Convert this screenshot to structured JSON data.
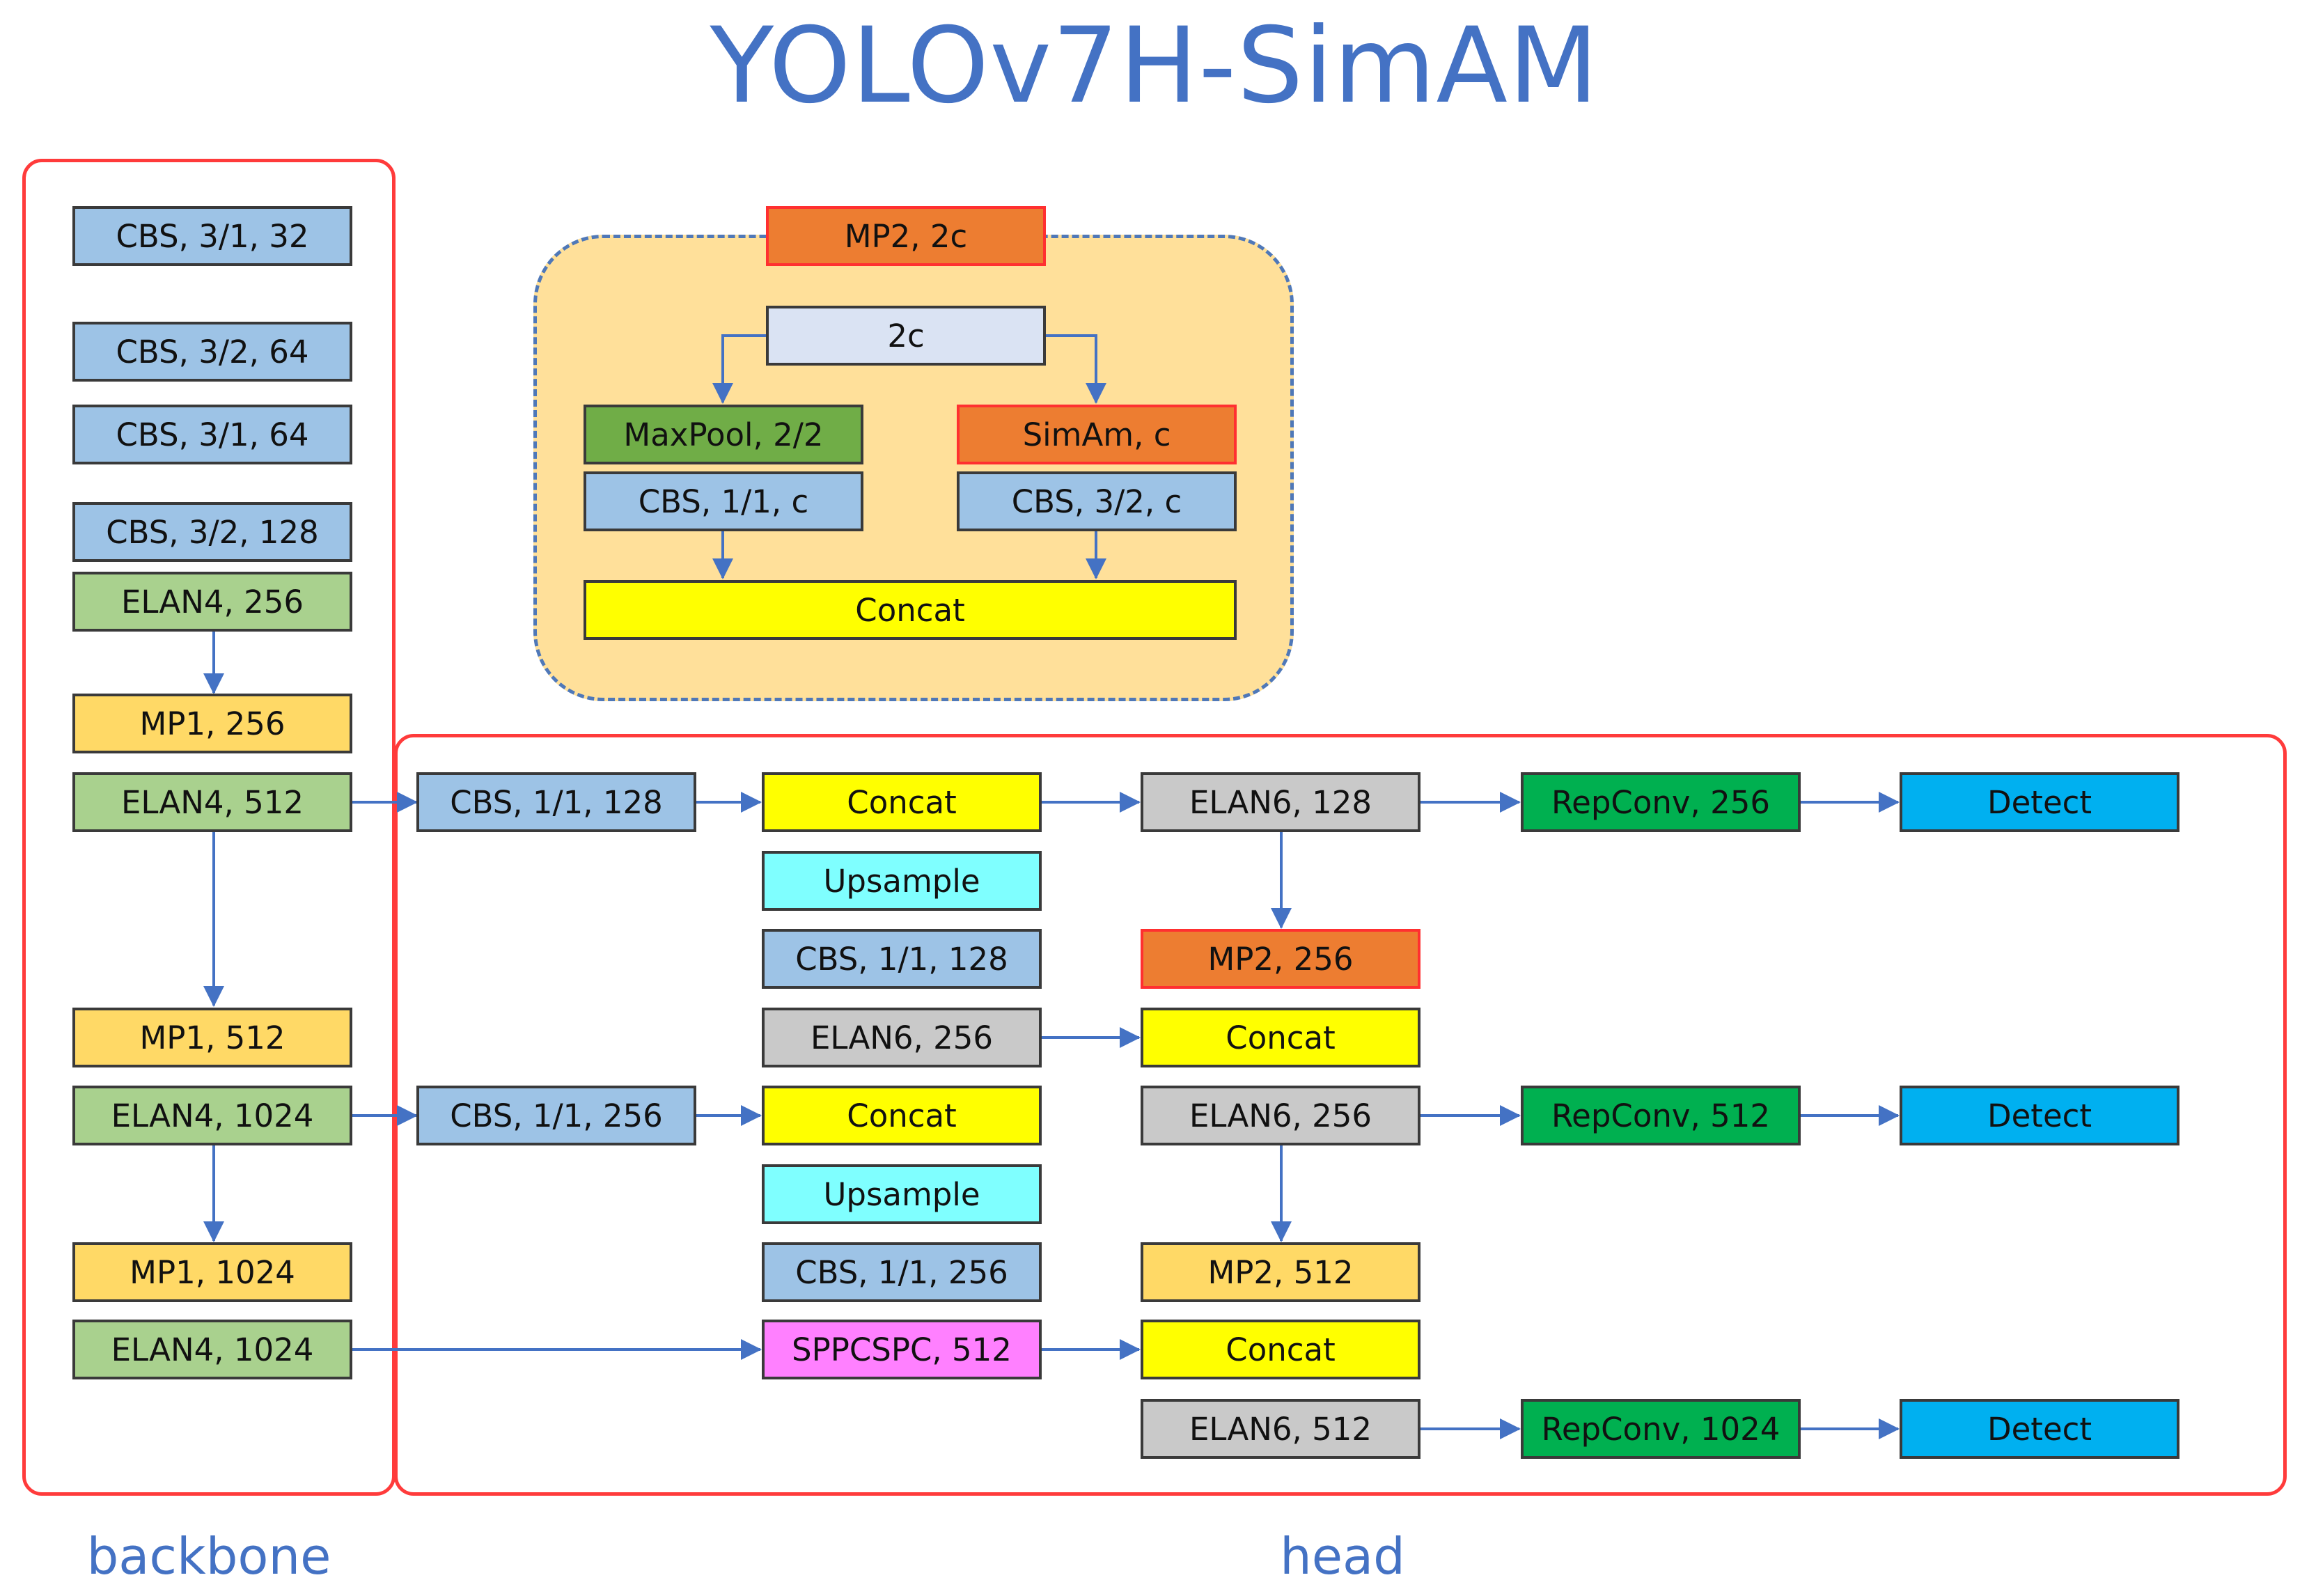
{
  "title": "YOLOv7H-SimAM",
  "labels": {
    "backbone": "backbone",
    "head": "head"
  },
  "colors": {
    "accent_blue": "#4472c4",
    "region_red": "#ff3b3b",
    "cbs": "#9dc3e6",
    "elan4": "#a9d18e",
    "mp1": "#ffd966",
    "mp2": "#ed7d31",
    "concat": "#ffff00",
    "upsample": "#7fffff",
    "elan6": "#c9c9c9",
    "repconv": "#00b050",
    "detect": "#00b0f0",
    "sppcspc": "#ff80ff",
    "maxpool": "#70ad47",
    "mp2_panel": "#ffe09a"
  },
  "mp2_module": {
    "header": "MP2, 2c",
    "input": "2c",
    "maxpool": "MaxPool, 2/2",
    "simam": "SimAm, c",
    "cbs_left": "CBS, 1/1, c",
    "cbs_right": "CBS, 3/2, c",
    "concat": "Concat"
  },
  "backbone": {
    "b1": "CBS, 3/1, 32",
    "b2": "CBS, 3/2, 64",
    "b3": "CBS, 3/1, 64",
    "b4": "CBS, 3/2, 128",
    "b5": "ELAN4, 256",
    "b6": "MP1, 256",
    "b7": "ELAN4, 512",
    "b8": "MP1, 512",
    "b9": "ELAN4, 1024",
    "b10": "MP1, 1024",
    "b11": "ELAN4, 1024"
  },
  "head": {
    "c1_a": "CBS, 1/1, 128",
    "c1_b": "CBS, 1/1, 256",
    "c2_concat1": "Concat",
    "c2_ups1": "Upsample",
    "c2_cbs128": "CBS, 1/1, 128",
    "c2_elan6_256": "ELAN6, 256",
    "c2_concat2": "Concat",
    "c2_ups2": "Upsample",
    "c2_cbs256": "CBS, 1/1, 256",
    "c2_sppcspc": "SPPCSPC, 512",
    "c3_elan6_128": "ELAN6, 128",
    "c3_mp2_256": "MP2, 256",
    "c3_concat1": "Concat",
    "c3_elan6_256": "ELAN6, 256",
    "c3_mp2_512": "MP2, 512",
    "c3_concat2": "Concat",
    "c3_elan6_512": "ELAN6, 512",
    "c4_rep256": "RepConv, 256",
    "c4_rep512": "RepConv, 512",
    "c4_rep1024": "RepConv, 1024",
    "c5_detect1": "Detect",
    "c5_detect2": "Detect",
    "c5_detect3": "Detect"
  }
}
